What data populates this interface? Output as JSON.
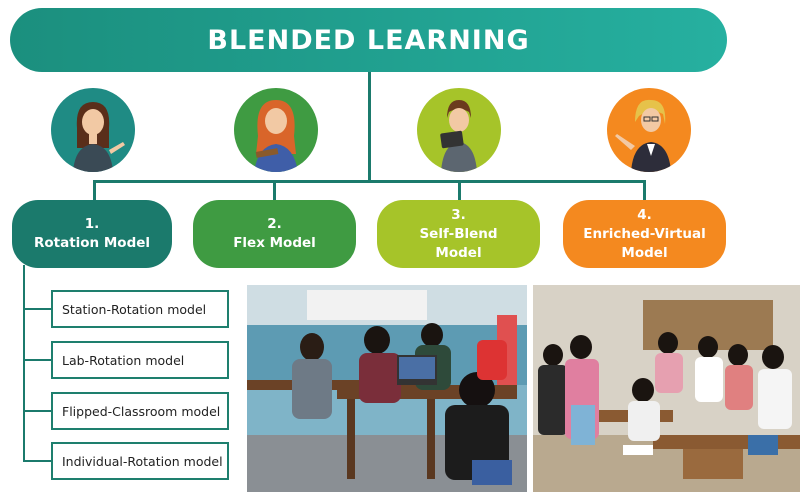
{
  "header": {
    "title": "BLENDED LEARNING"
  },
  "colors": {
    "teal": "#1b7a6c",
    "teal_header": "#23a596",
    "green": "#3f9b42",
    "lime": "#a6c429",
    "orange": "#f4891f"
  },
  "avatars": [
    {
      "label": "teacher-1",
      "bg": "#1f8b84"
    },
    {
      "label": "teacher-2",
      "bg": "#3f9b42"
    },
    {
      "label": "teacher-3",
      "bg": "#a6c429"
    },
    {
      "label": "teacher-4",
      "bg": "#f4891f"
    }
  ],
  "models": [
    {
      "number": "1.",
      "line1": "Rotation Model",
      "line2": ""
    },
    {
      "number": "2.",
      "line1": "Flex Model",
      "line2": ""
    },
    {
      "number": "3.",
      "line1": "Self-Blend",
      "line2": "Model"
    },
    {
      "number": "4.",
      "line1": "Enriched-Virtual",
      "line2": "Model"
    }
  ],
  "rotation_types": [
    "Station-Rotation model",
    "Lab-Rotation model",
    "Flipped-Classroom model",
    "Individual-Rotation model"
  ]
}
